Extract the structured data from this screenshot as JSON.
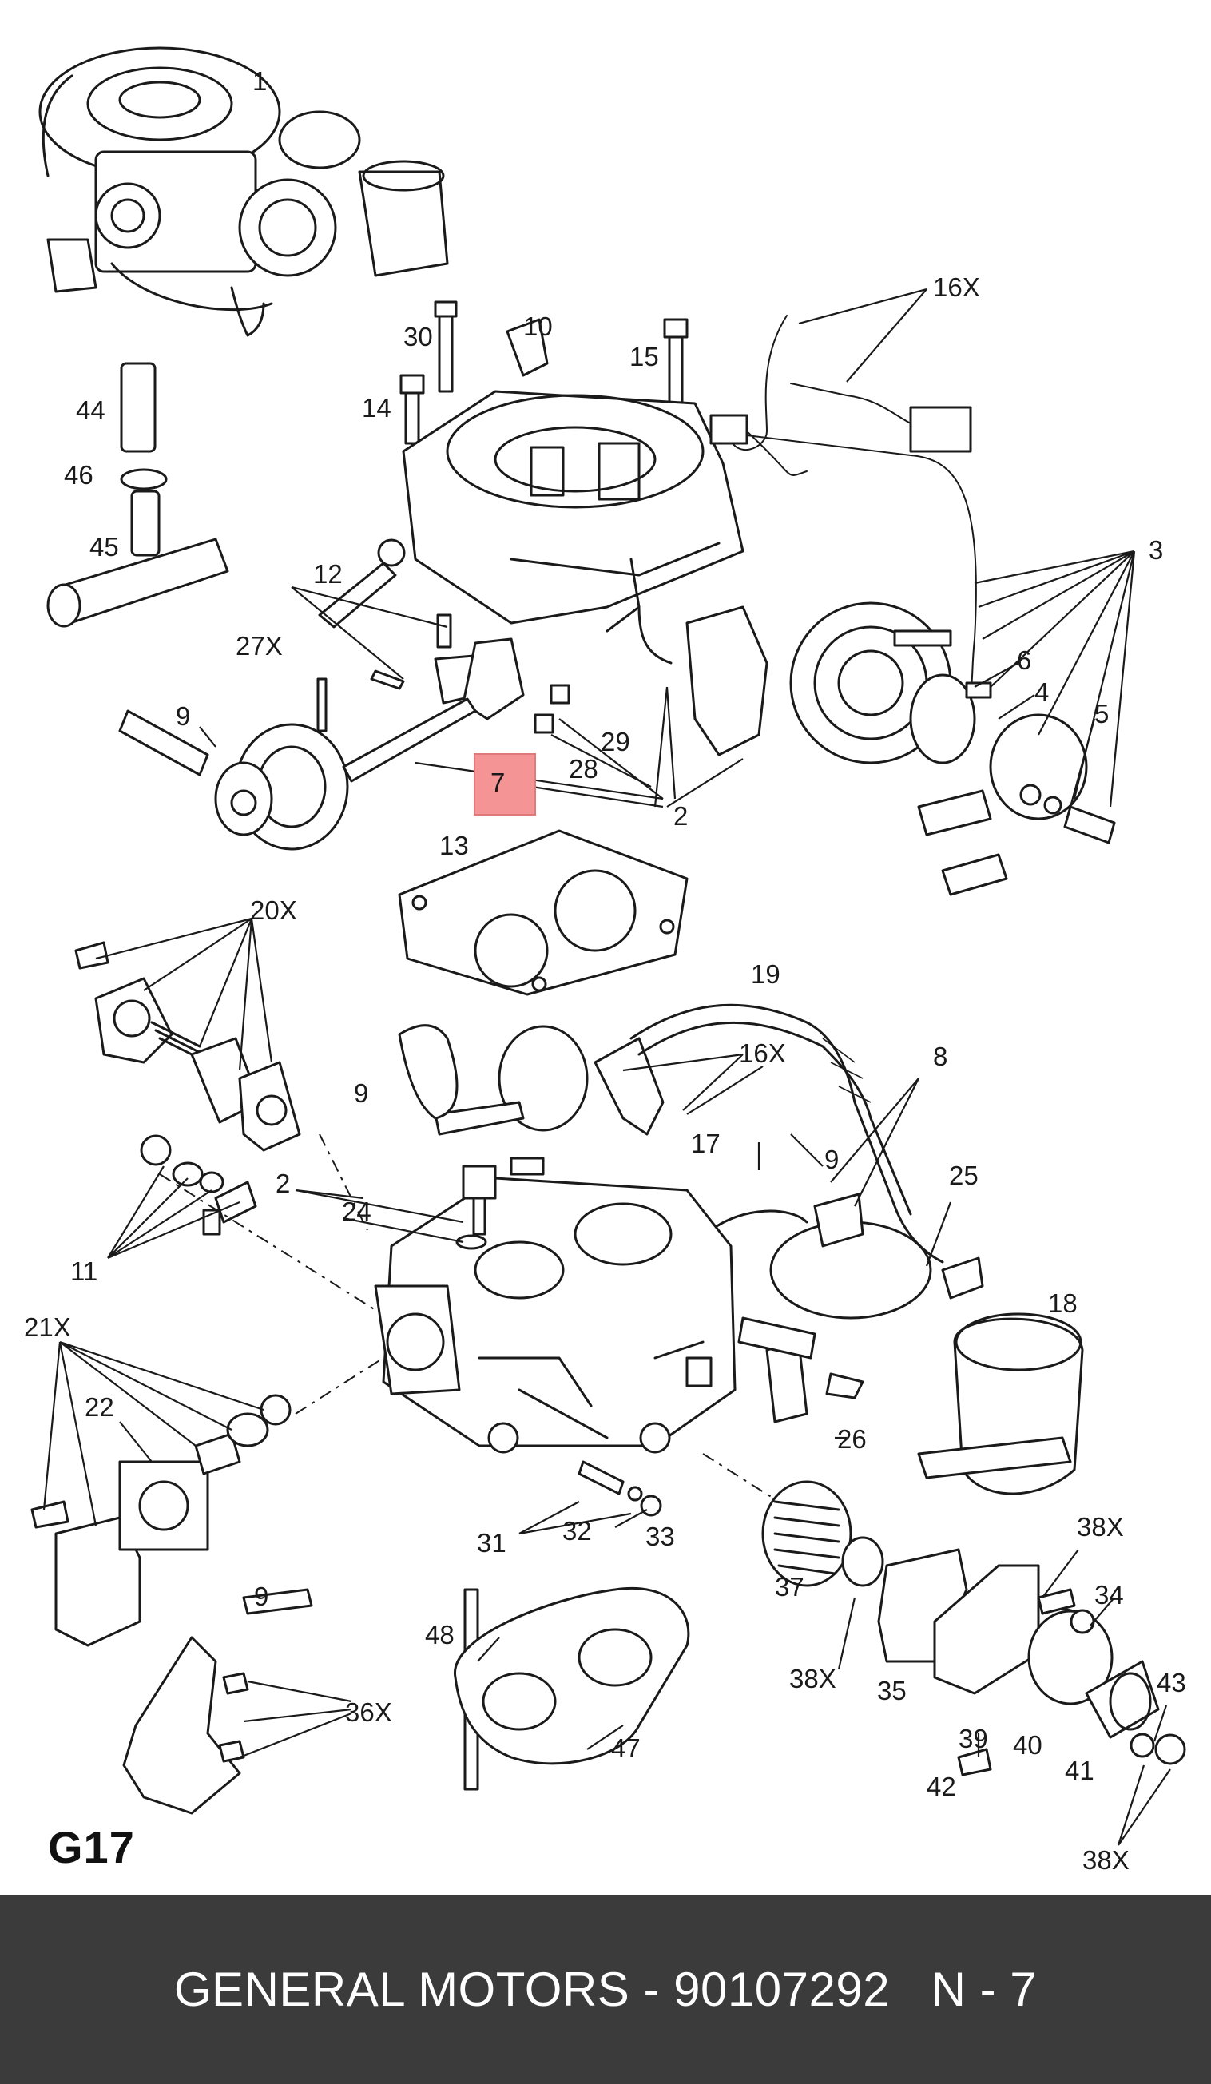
{
  "figure": {
    "code": "G17",
    "highlighted_callout": "7",
    "highlight_color": "#f49494"
  },
  "callouts": {
    "c1": "1",
    "c2": "2",
    "c2b": "2",
    "c3": "3",
    "c4": "4",
    "c5": "5",
    "c6": "6",
    "c7": "7",
    "c8": "8",
    "c9a": "9",
    "c9b": "9",
    "c9c": "9",
    "c9d": "9",
    "c10": "10",
    "c11": "11",
    "c12": "12",
    "c13": "13",
    "c14": "14",
    "c15": "15",
    "c16x_a": "16X",
    "c16x_b": "16X",
    "c17": "17",
    "c18": "18",
    "c19": "19",
    "c20x": "20X",
    "c21x": "21X",
    "c22": "22",
    "c24": "24",
    "c25": "25",
    "c26": "26",
    "c27x": "27X",
    "c28": "28",
    "c29": "29",
    "c30": "30",
    "c31": "31",
    "c32": "32",
    "c33": "33",
    "c34": "34",
    "c35": "35",
    "c36x": "36X",
    "c37": "37",
    "c38x_a": "38X",
    "c38x_b": "38X",
    "c38x_c": "38X",
    "c39": "39",
    "c40": "40",
    "c41": "41",
    "c42": "42",
    "c43": "43",
    "c44": "44",
    "c45": "45",
    "c46": "46",
    "c47": "47",
    "c48": "48"
  },
  "footer": {
    "text": "GENERAL MOTORS - 90107292   N - 7",
    "background": "#3b3b3b"
  }
}
